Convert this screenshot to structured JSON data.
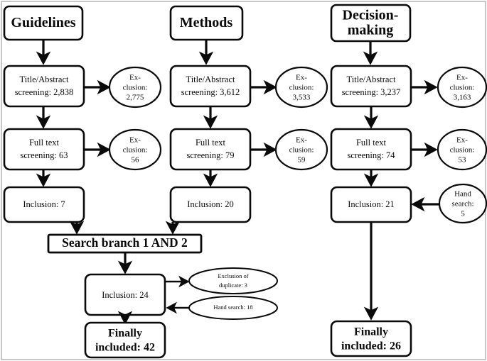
{
  "figure": {
    "title": "Literature search flow diagram",
    "type": "prisma-flow-diagram",
    "background_color": "#ffffff",
    "line_color": "#0a0a0a",
    "frame_color": "#b9b9b9"
  },
  "branches": [
    {
      "id": "guidelines",
      "header": "Guidelines",
      "screening": {
        "line1": "Title/Abstract",
        "line2": "screening: 2,838"
      },
      "screening_exclusion": {
        "line1": "Ex-",
        "line2": "clusion:",
        "line3": "2,775"
      },
      "fulltext": {
        "line1": "Full text",
        "line2": "screening: 63"
      },
      "fulltext_exclusion": {
        "line1": "Ex-",
        "line2": "clusion:",
        "line3": "56"
      },
      "inclusion": "Inclusion: 7"
    },
    {
      "id": "methods",
      "header": "Methods",
      "screening": {
        "line1": "Title/Abstract",
        "line2": "screening: 3,612"
      },
      "screening_exclusion": {
        "line1": "Ex-",
        "line2": "clusion:",
        "line3": "3,533"
      },
      "fulltext": {
        "line1": "Full text",
        "line2": "screening: 79"
      },
      "fulltext_exclusion": {
        "line1": "Ex-",
        "line2": "clusion:",
        "line3": "59"
      },
      "inclusion": "Inclusion: 20"
    },
    {
      "id": "decision-making",
      "header_line1": "Decision-",
      "header_line2": "making",
      "screening": {
        "line1": "Title/Abstract",
        "line2": "screening: 3,237"
      },
      "screening_exclusion": {
        "line1": "Ex-",
        "line2": "clusion:",
        "line3": "3,163"
      },
      "fulltext": {
        "line1": "Full text",
        "line2": "screening: 74"
      },
      "fulltext_exclusion": {
        "line1": "Ex-",
        "line2": "clusion:",
        "line3": "53"
      },
      "inclusion": "Inclusion: 21",
      "hand_search": {
        "line1": "Hand",
        "line2": "search:",
        "line3": "5"
      },
      "final": {
        "line1": "Finally",
        "line2": "included: 26"
      }
    }
  ],
  "merge": {
    "bar_label": "Search branch 1 AND 2",
    "inclusion": "Inclusion: 24",
    "duplicate_exclusion": {
      "line1": "Exclusion of",
      "line2": "duplicate: 3"
    },
    "hand_search": "Hand search: 18",
    "final": {
      "line1": "Finally",
      "line2": "included: 42"
    }
  }
}
